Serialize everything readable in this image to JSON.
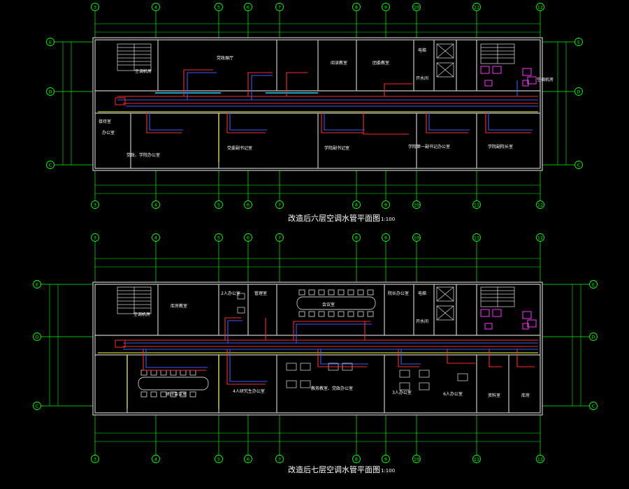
{
  "colors": {
    "background": "#000000",
    "grid": "#00ff00",
    "wall": "#c8c8c8",
    "supply_pipe": "#ff2a2a",
    "return_pipe": "#3a5bff",
    "condensate_pipe": "#ffff33",
    "cyan_pipe": "#22e0ff",
    "fixture": "#ff33ff",
    "text": "#ffffff"
  },
  "plans": [
    {
      "title": "改造后六层空调水管平面图",
      "scale": "1:100",
      "columns": [
        "3",
        "4",
        "5",
        "6",
        "7",
        "8",
        "9",
        "10",
        "11",
        "12"
      ],
      "rows": [
        "E",
        "D",
        "C"
      ],
      "rooms": [
        {
          "id": "r6-1",
          "label": "空调机房"
        },
        {
          "id": "r6-2",
          "label": "党政展厅"
        },
        {
          "id": "r6-3",
          "label": "阅读教室"
        },
        {
          "id": "r6-4",
          "label": "团委教室"
        },
        {
          "id": "r6-5",
          "label": "电梯"
        },
        {
          "id": "r6-6",
          "label": "开水间"
        },
        {
          "id": "r6-7",
          "label": "接待室"
        },
        {
          "id": "r6-8",
          "label": "办公室"
        },
        {
          "id": "r6-9",
          "label": "党政、学院办公室"
        },
        {
          "id": "r6-10",
          "label": "党委副书记室"
        },
        {
          "id": "r6-11",
          "label": "学院副书记室"
        },
        {
          "id": "r6-12",
          "label": "学院第一副书记办公室"
        },
        {
          "id": "r6-13",
          "label": "学院副院长室"
        },
        {
          "id": "r6-14",
          "label": "空调机房"
        }
      ]
    },
    {
      "title": "改造后七层空调水管平面图",
      "scale": "1:100",
      "columns": [
        "3",
        "4",
        "5",
        "6",
        "7",
        "8",
        "9",
        "10",
        "11",
        "12"
      ],
      "rows": [
        "E",
        "D",
        "C"
      ],
      "rooms": [
        {
          "id": "r7-1",
          "label": "空调机房"
        },
        {
          "id": "r7-2",
          "label": "库房教室"
        },
        {
          "id": "r7-3",
          "label": "2人办公室"
        },
        {
          "id": "r7-4",
          "label": "管理室"
        },
        {
          "id": "r7-5",
          "label": "会议室"
        },
        {
          "id": "r7-6",
          "label": "院长办公室"
        },
        {
          "id": "r7-7",
          "label": "电梯"
        },
        {
          "id": "r7-8",
          "label": "开水间"
        },
        {
          "id": "r7-9",
          "label": "研讨会议室"
        },
        {
          "id": "r7-10",
          "label": "4人研究生办公室"
        },
        {
          "id": "r7-11",
          "label": "教务教室、党政办公室"
        },
        {
          "id": "r7-12",
          "label": "3人办公室"
        },
        {
          "id": "r7-13",
          "label": "6人办公室"
        },
        {
          "id": "r7-14",
          "label": "资料室"
        },
        {
          "id": "r7-15",
          "label": "库房"
        }
      ]
    }
  ]
}
